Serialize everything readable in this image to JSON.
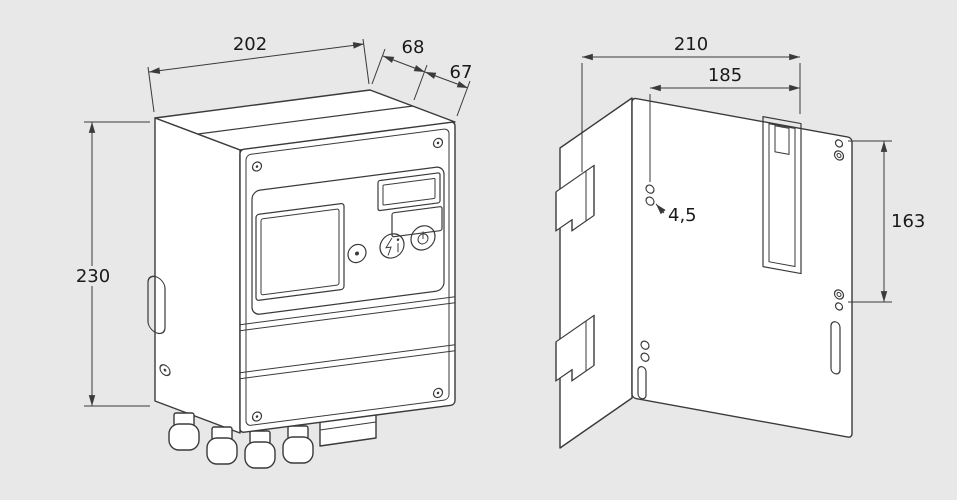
{
  "colors": {
    "background": "#e8e8e8",
    "line": "#3a3a3a",
    "face": "#ffffff"
  },
  "views": {
    "front": {
      "width_label": "202",
      "depth_rear_label": "68",
      "depth_front_label": "67",
      "height_label": "230"
    },
    "back": {
      "width_label": "210",
      "hole_spacing_horizontal_label": "185",
      "hole_spacing_vertical_label": "163",
      "hole_diameter_label": "4,5"
    }
  }
}
